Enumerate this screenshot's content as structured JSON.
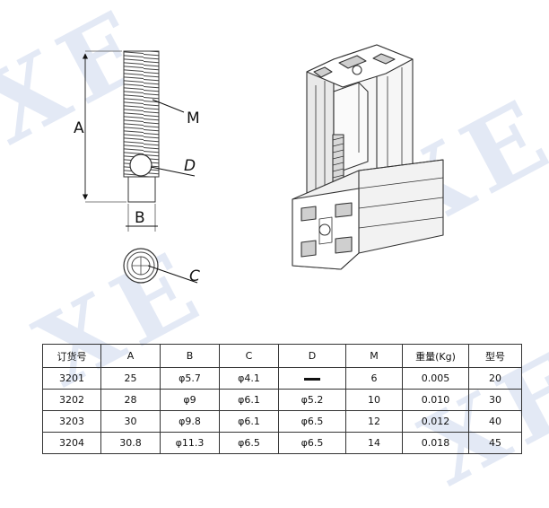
{
  "drawing": {
    "labels": {
      "A": "A",
      "B": "B",
      "C": "C",
      "D": "D",
      "M": "M"
    }
  },
  "watermark": "XE",
  "table": {
    "headers": [
      "订货号",
      "A",
      "B",
      "C",
      "D",
      "M",
      "重量(Kg)",
      "型号"
    ],
    "rows": [
      [
        "3201",
        "25",
        "φ5.7",
        "φ4.1",
        "—",
        "6",
        "0.005",
        "20"
      ],
      [
        "3202",
        "28",
        "φ9",
        "φ6.1",
        "φ5.2",
        "10",
        "0.010",
        "30"
      ],
      [
        "3203",
        "30",
        "φ9.8",
        "φ6.1",
        "φ6.5",
        "12",
        "0.012",
        "40"
      ],
      [
        "3204",
        "30.8",
        "φ11.3",
        "φ6.5",
        "φ6.5",
        "14",
        "0.018",
        "45"
      ]
    ]
  }
}
